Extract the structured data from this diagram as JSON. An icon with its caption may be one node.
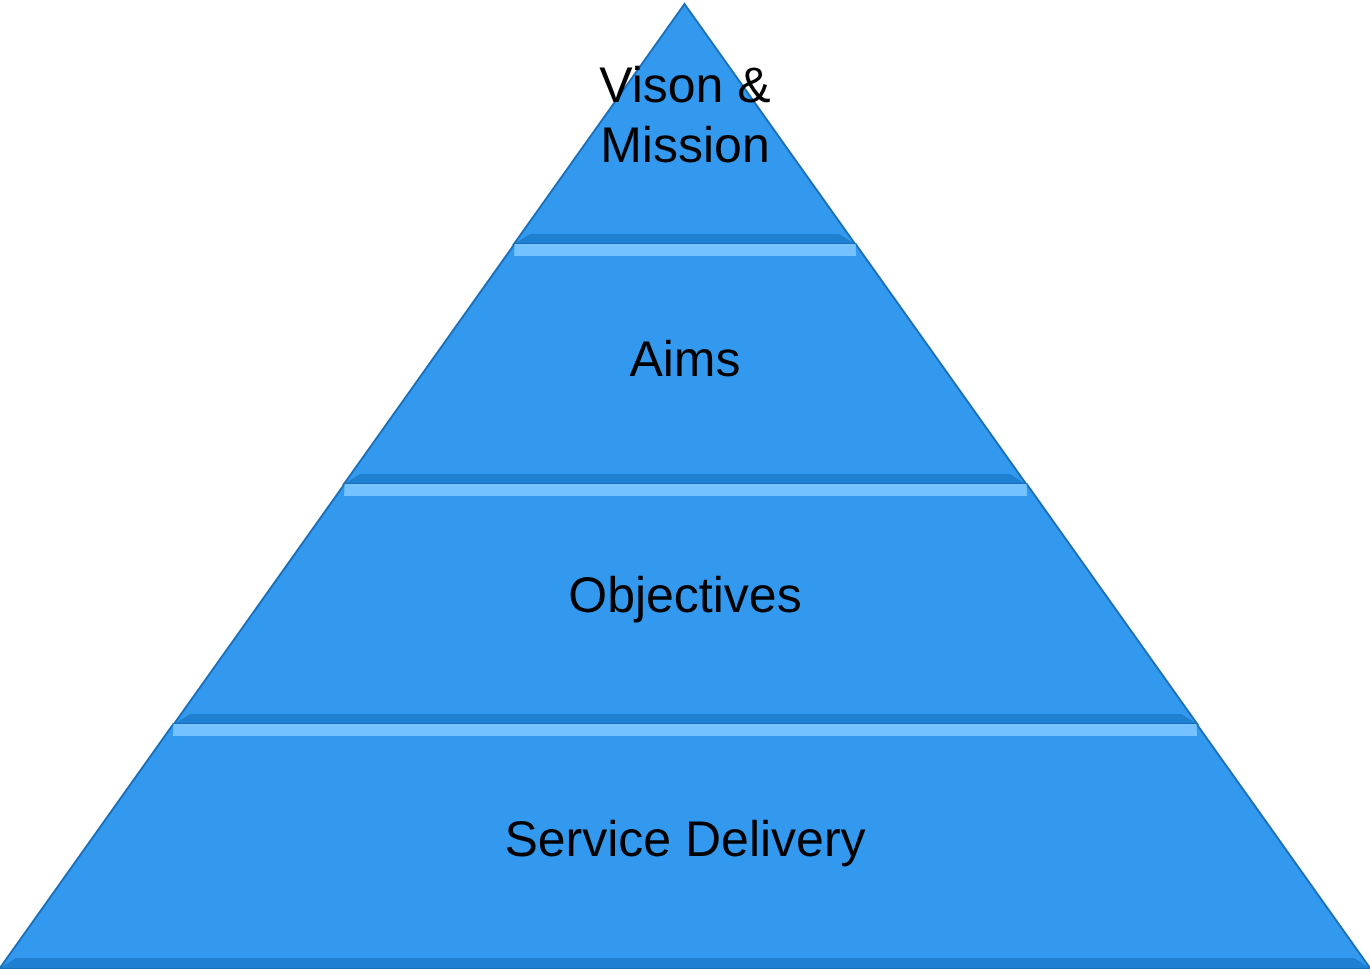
{
  "diagram": {
    "nodes": [
      {
        "text": [
          "Vison & Mission"
        ]
      },
      {
        "text": [
          "Aims"
        ]
      },
      {
        "text": [
          "Objectives"
        ]
      },
      {
        "text": [
          "Service Delivery"
        ]
      }
    ]
  }
}
